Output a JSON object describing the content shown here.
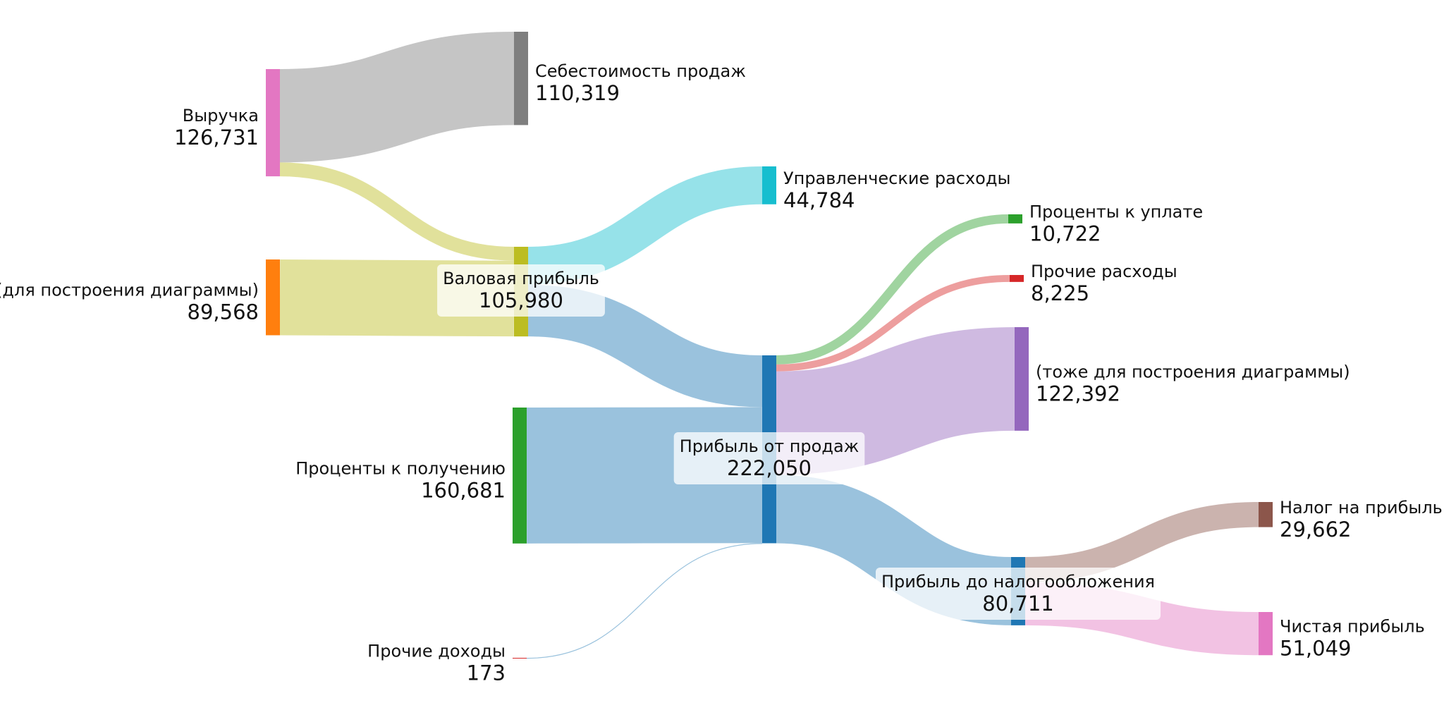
{
  "chart_data": {
    "type": "sankey",
    "nodes": [
      {
        "id": "revenue",
        "name": "Выручка",
        "value": "126,731",
        "color": "#e377c2"
      },
      {
        "id": "helper1",
        "name": "(для построения диаграммы)",
        "value": "89,568",
        "color": "#ff7f0e"
      },
      {
        "id": "interest_in",
        "name": "Проценты к получению",
        "value": "160,681",
        "color": "#2ca02c"
      },
      {
        "id": "other_in",
        "name": "Прочие доходы",
        "value": "173",
        "color": "#d62728"
      },
      {
        "id": "cogs",
        "name": "Себестоимость продаж",
        "value": "110,319",
        "color": "#7f7f7f"
      },
      {
        "id": "gross",
        "name": "Валовая прибыль",
        "value": "105,980",
        "color": "#bcbd22"
      },
      {
        "id": "admin",
        "name": "Управленческие расходы",
        "value": "44,784",
        "color": "#17becf"
      },
      {
        "id": "sales_profit",
        "name": "Прибыль от продаж",
        "value": "222,050",
        "color": "#1f77b4"
      },
      {
        "id": "interest_out",
        "name": "Проценты к уплате",
        "value": "10,722",
        "color": "#2ca02c"
      },
      {
        "id": "other_out",
        "name": "Прочие расходы",
        "value": "8,225",
        "color": "#d62728"
      },
      {
        "id": "helper2",
        "name": "(тоже для построения диаграммы)",
        "value": "122,392",
        "color": "#9467bd"
      },
      {
        "id": "pretax",
        "name": "Прибыль до налогообложения",
        "value": "80,711",
        "color": "#1f77b4"
      },
      {
        "id": "tax",
        "name": "Налог на прибыль",
        "value": "29,662",
        "color": "#8c564b"
      },
      {
        "id": "net",
        "name": "Чистая прибыль",
        "value": "51,049",
        "color": "#e377c2"
      }
    ],
    "links": [
      {
        "source": "revenue",
        "target": "cogs",
        "value": 110319
      },
      {
        "source": "revenue",
        "target": "gross",
        "value": 16412
      },
      {
        "source": "helper1",
        "target": "gross",
        "value": 89568
      },
      {
        "source": "gross",
        "target": "admin",
        "value": 44784
      },
      {
        "source": "gross",
        "target": "sales_profit",
        "value": 61196
      },
      {
        "source": "interest_in",
        "target": "sales_profit",
        "value": 160681
      },
      {
        "source": "other_in",
        "target": "sales_profit",
        "value": 173
      },
      {
        "source": "sales_profit",
        "target": "interest_out",
        "value": 10722
      },
      {
        "source": "sales_profit",
        "target": "other_out",
        "value": 8225
      },
      {
        "source": "sales_profit",
        "target": "helper2",
        "value": 122392
      },
      {
        "source": "sales_profit",
        "target": "pretax",
        "value": 80711
      },
      {
        "source": "pretax",
        "target": "tax",
        "value": 29662
      },
      {
        "source": "pretax",
        "target": "net",
        "value": 51049
      }
    ]
  }
}
